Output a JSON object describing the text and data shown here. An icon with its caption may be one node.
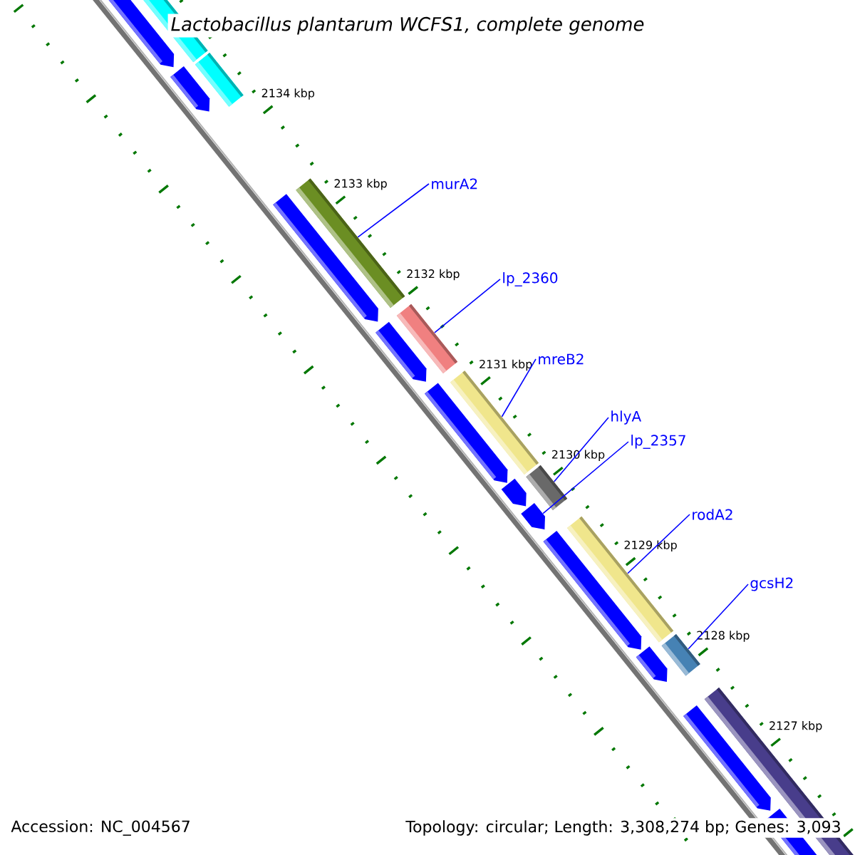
{
  "diagram": {
    "title": "Lactobacillus plantarum WCFS1, complete genome",
    "nodes": [
      {
        "text": [],
        "shape": "bar"
      },
      {
        "text": [],
        "shape": "bar"
      },
      {
        "text": [],
        "shape": "bar"
      },
      {
        "text": [],
        "shape": "bar"
      },
      {
        "text": [],
        "shape": "arrow"
      },
      {
        "text": [],
        "shape": "arrow"
      },
      {
        "text": [],
        "shape": "bar"
      },
      {
        "text": [],
        "shape": "bar"
      },
      {
        "text": [
          "murA2"
        ]
      },
      {
        "text": [
          "lp_2360"
        ]
      },
      {
        "text": [
          "mreB2"
        ]
      },
      {
        "text": [
          "hlyA"
        ]
      },
      {
        "text": [
          "lp_2357"
        ]
      },
      {
        "text": [
          "rodA2"
        ]
      },
      {
        "text": [
          "gcsH2"
        ]
      }
    ],
    "edges": [
      {
        "from": 8,
        "to": 0,
        "arrow": "none"
      },
      {
        "from": 9,
        "to": 1,
        "arrow": "none"
      },
      {
        "from": 10,
        "to": 2,
        "arrow": "none"
      },
      {
        "from": 11,
        "to": 3,
        "arrow": "none"
      },
      {
        "from": 12,
        "to": 5,
        "arrow": "none"
      },
      {
        "from": 13,
        "to": 6,
        "arrow": "none"
      },
      {
        "from": 14,
        "to": 7,
        "arrow": "none"
      }
    ],
    "labels": [
      "2134 kbp",
      "2133 kbp",
      "2132 kbp",
      "2131 kbp",
      "2130 kbp",
      "2129 kbp",
      "2128 kbp",
      "2127 kbp",
      "Accession: NC_004567",
      "Topology: circular; Length: 3,308,274 bp; Genes: 3,093"
    ]
  }
}
